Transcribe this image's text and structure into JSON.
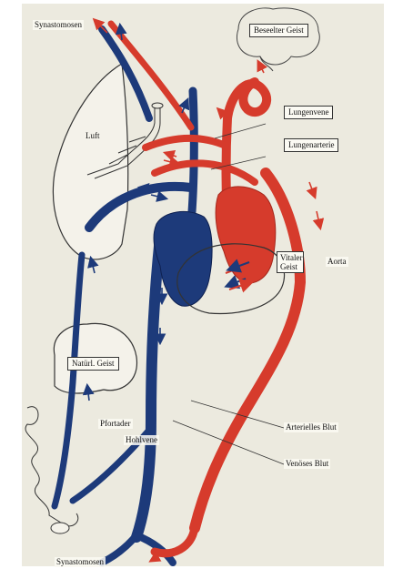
{
  "labels": {
    "synastomosen_top": "Synastomosen",
    "beseelter_geist": "Beseelter Geist",
    "luft": "Luft",
    "lungenvene": "Lungenvene",
    "lungenarterie": "Lungenarterie",
    "vitaler_geist": "Vitaler Geist",
    "aorta": "Aorta",
    "natuerl_geist": "Natürl. Geist",
    "pfortader": "Pfortader",
    "hohlvene": "Hohlvene",
    "arterielles_blut": "Arterielles Blut",
    "venoeses_blut": "Venöses Blut",
    "synastomosen_bottom": "Synastomosen"
  },
  "colors": {
    "arterial": "#d63b2c",
    "venous": "#1d3a7a",
    "background": "#eceadf"
  }
}
